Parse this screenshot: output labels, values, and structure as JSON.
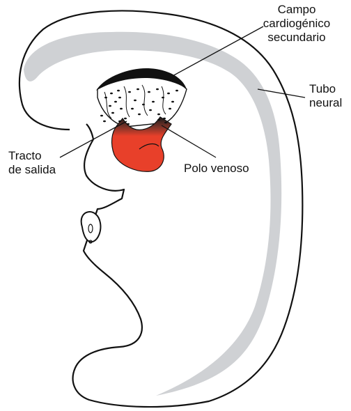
{
  "labels": {
    "campo_line1": "Campo",
    "campo_line2": "cardiogénico",
    "campo_line3": "secundario",
    "tubo_line1": "Tubo",
    "tubo_line2": "neural",
    "tracto_line1": "Tracto",
    "tracto_line2": "de salida",
    "polo": "Polo venoso"
  },
  "colors": {
    "outline": "#111111",
    "neural_tube": "#cfd1d4",
    "heart": "#e8402a",
    "heart_dark": "#1a1a1a"
  }
}
